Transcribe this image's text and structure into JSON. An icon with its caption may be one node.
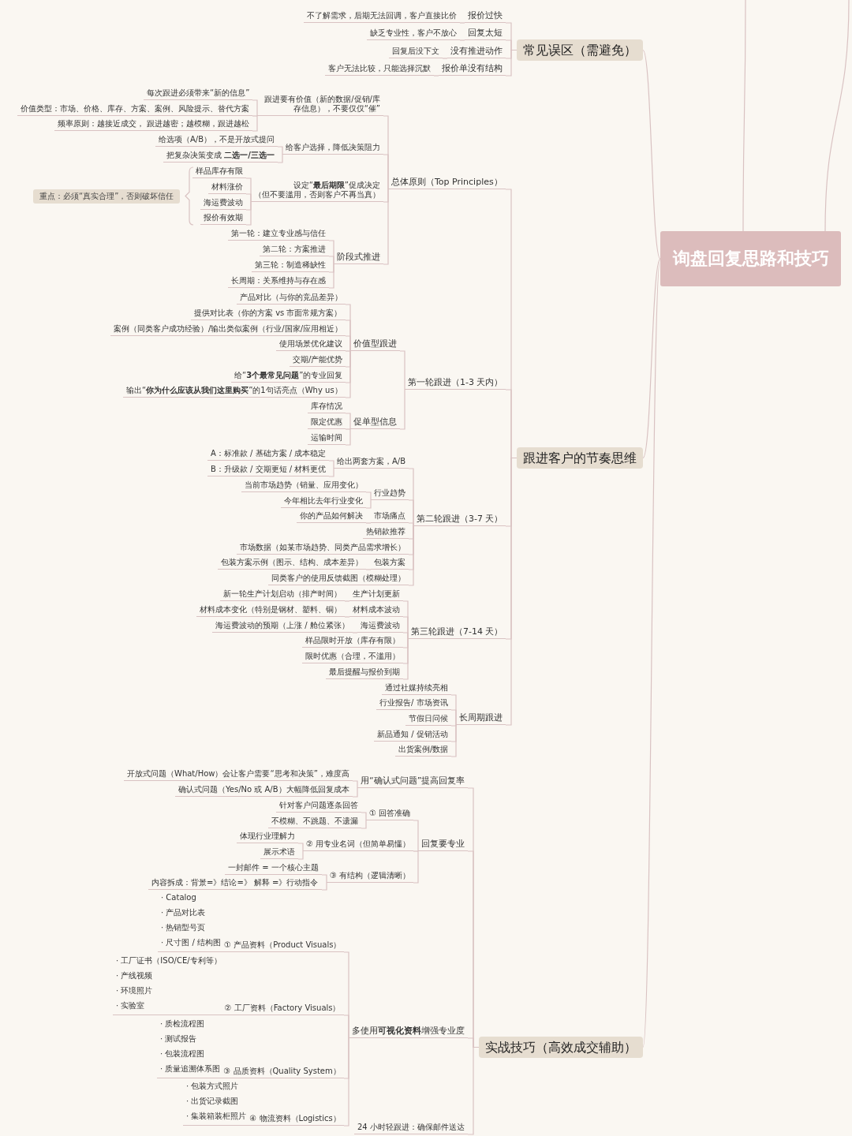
{
  "diagram": {
    "nodes": [
      {
        "text": [
          "询盘回复思路和技巧"
        ]
      },
      {
        "text": [
          "常见误区（需避免）"
        ]
      },
      {
        "text": [
          "报价过快"
        ]
      },
      {
        "text": [
          "不了解需求，后期无法回调，客户直接比价"
        ]
      },
      {
        "text": [
          "回复太短"
        ]
      },
      {
        "text": [
          "缺乏专业性，客户不放心"
        ]
      },
      {
        "text": [
          "没有推进动作"
        ]
      },
      {
        "text": [
          "回复后没下文"
        ]
      },
      {
        "text": [
          "报价单没有结构"
        ]
      },
      {
        "text": [
          "客户无法比较，只能选择沉默"
        ]
      },
      {
        "text": [
          "跟进客户的节奏思维"
        ]
      },
      {
        "text": [
          "总体原则（Top Principles）"
        ]
      },
      {
        "text": [
          "跟进要有价值（新的数据/促销/库存信息），不要仅仅“催”"
        ]
      },
      {
        "text": [
          "每次跟进必须带来“新的信息”"
        ]
      },
      {
        "text": [
          "价值类型：市场、价格、库存、方案、案例、风险提示、替代方案"
        ]
      },
      {
        "text": [
          "频率原则：越接近成交， 跟进越密；越模糊，跟进越松"
        ]
      },
      {
        "text": [
          "给客户选择，降低决策阻力"
        ]
      },
      {
        "text": [
          "给选项（A/B），不是开放式提问"
        ]
      },
      {
        "text": [
          "把复杂决策变成 **二选一/三选一**"
        ]
      },
      {
        "text": [
          "设定“**最后期限**”促成决定",
          "（但不要滥用，否则客户不再当真）"
        ]
      },
      {
        "text": [
          "样品库存有限"
        ]
      },
      {
        "text": [
          "材料涨价"
        ]
      },
      {
        "text": [
          "海运费波动"
        ]
      },
      {
        "text": [
          "报价有效期"
        ]
      },
      {
        "text": [
          "阶段式推进"
        ]
      },
      {
        "text": [
          "第一轮：建立专业感与信任"
        ]
      },
      {
        "text": [
          "第二轮：方案推进"
        ]
      },
      {
        "text": [
          "第三轮：制造稀缺性"
        ]
      },
      {
        "text": [
          "长周期：关系维持与存在感"
        ]
      },
      {
        "text": [
          "重点：必须“真实合理”，否则破坏信任"
        ]
      },
      {
        "text": [
          "第一轮跟进（1-3 天内）"
        ]
      },
      {
        "text": [
          "价值型跟进"
        ]
      },
      {
        "text": [
          "产品对比（与你的竞品差异）"
        ]
      },
      {
        "text": [
          "提供对比表（你的方案 vs 市面常规方案）"
        ]
      },
      {
        "text": [
          "案例（同类客户成功经验）/输出类似案例（行业/国家/应用相近）"
        ]
      },
      {
        "text": [
          "使用场景优化建议"
        ]
      },
      {
        "text": [
          "交期/产能优势"
        ]
      },
      {
        "text": [
          "给“**3个最常见问题**”的专业回复"
        ]
      },
      {
        "text": [
          "输出“**你为什么应该从我们这里购买**”的1句话亮点（Why us）"
        ]
      },
      {
        "text": [
          "促单型信息"
        ]
      },
      {
        "text": [
          "库存情况"
        ]
      },
      {
        "text": [
          "限定优惠"
        ]
      },
      {
        "text": [
          "运输时间"
        ]
      },
      {
        "text": [
          "第二轮跟进（3-7 天）"
        ]
      },
      {
        "text": [
          "给出两套方案，A/B"
        ]
      },
      {
        "text": [
          "A：标准款 / 基础方案 / 成本稳定"
        ]
      },
      {
        "text": [
          "B：升级款 / 交期更短 / 材料更优"
        ]
      },
      {
        "text": [
          "行业趋势"
        ]
      },
      {
        "text": [
          "当前市场趋势（销量、应用变化）"
        ]
      },
      {
        "text": [
          "今年相比去年行业变化"
        ]
      },
      {
        "text": [
          "市场痛点"
        ]
      },
      {
        "text": [
          "你的产品如何解决"
        ]
      },
      {
        "text": [
          "热销款推荐"
        ]
      },
      {
        "text": [
          "市场数据（如某市场趋势、同类产品需求增长）"
        ]
      },
      {
        "text": [
          "包装方案"
        ]
      },
      {
        "text": [
          "包装方案示例（图示、结构、成本差异）"
        ]
      },
      {
        "text": [
          "同类客户的使用反馈截图（模糊处理）"
        ]
      },
      {
        "text": [
          "第三轮跟进（7-14 天）"
        ]
      },
      {
        "text": [
          "生产计划更新"
        ]
      },
      {
        "text": [
          "新一轮生产计划启动（排产时间）"
        ]
      },
      {
        "text": [
          "材料成本波动"
        ]
      },
      {
        "text": [
          "材料成本变化（特别是钢材、塑料、铜）"
        ]
      },
      {
        "text": [
          "海运费波动"
        ]
      },
      {
        "text": [
          "海运费波动的预期（上涨 / 舱位紧张）"
        ]
      },
      {
        "text": [
          "样品限时开放（库存有限）"
        ]
      },
      {
        "text": [
          "限时优惠（合理，不滥用）"
        ]
      },
      {
        "text": [
          "最后提醒与报价到期"
        ]
      },
      {
        "text": [
          "长周期跟进"
        ]
      },
      {
        "text": [
          "通过社媒持续亮相"
        ]
      },
      {
        "text": [
          "行业报告/ 市场资讯"
        ]
      },
      {
        "text": [
          "节假日问候"
        ]
      },
      {
        "text": [
          "新品通知 / 促销活动"
        ]
      },
      {
        "text": [
          "出货案例/数据"
        ]
      },
      {
        "text": [
          "实战技巧（高效成交辅助）"
        ]
      },
      {
        "text": [
          "用“确认式问题”提高回复率"
        ]
      },
      {
        "text": [
          "开放式问题（What/How）会让客户需要“思考和决策”，难度高"
        ]
      },
      {
        "text": [
          "确认式问题（Yes/No 或 A/B）大幅降低回复成本"
        ]
      },
      {
        "text": [
          "回复要专业"
        ]
      },
      {
        "text": [
          "① 回答准确"
        ]
      },
      {
        "text": [
          "针对客户问题逐条回答"
        ]
      },
      {
        "text": [
          "不模糊、不跳题、不遗漏"
        ]
      },
      {
        "text": [
          "② 用专业名词（但简单易懂）"
        ]
      },
      {
        "text": [
          "体现行业理解力"
        ]
      },
      {
        "text": [
          "展示术语"
        ]
      },
      {
        "text": [
          "③ 有结构（逻辑清晰）"
        ]
      },
      {
        "text": [
          "一封邮件 = 一个核心主题"
        ]
      },
      {
        "text": [
          "内容拆成：背景=》结论=》 解释 =》行动指令"
        ]
      },
      {
        "text": [
          "多使用**可视化资料**增强专业度"
        ]
      },
      {
        "text": [
          "① 产品资料（Product Visuals）",
          "· Catalog",
          "· 产品对比表",
          "· 热销型号页",
          "· 尺寸图 / 结构图"
        ]
      },
      {
        "text": [
          "② 工厂资料（Factory Visuals）",
          "· 工厂证书（ISO/CE/专利等）",
          "· 产线视频",
          "· 环境照片",
          "· 实验室"
        ]
      },
      {
        "text": [
          "③ 品质资料（Quality System）",
          "· 质检流程图",
          "· 测试报告",
          "· 包装流程图",
          "· 质量追溯体系图"
        ]
      },
      {
        "text": [
          "④ 物流资料（Logistics）",
          "· 包装方式照片",
          "· 出货记录截图",
          "· 集装箱装柜照片"
        ]
      },
      {
        "text": [
          "24 小时轻跟进：确保邮件送达"
        ]
      }
    ],
    "edges": [
      {
        "from": 0,
        "to": 1,
        "arrow": "none"
      },
      {
        "from": 0,
        "to": 10,
        "arrow": "none"
      },
      {
        "from": 0,
        "to": 73,
        "arrow": "none"
      },
      {
        "from": 0,
        "to": null,
        "arrow": "none"
      },
      {
        "from": 0,
        "to": null,
        "arrow": "none"
      },
      {
        "from": 1,
        "to": 2,
        "arrow": "none"
      },
      {
        "from": 2,
        "to": 3,
        "arrow": "none"
      },
      {
        "from": 1,
        "to": 4,
        "arrow": "none"
      },
      {
        "from": 4,
        "to": 5,
        "arrow": "none"
      },
      {
        "from": 1,
        "to": 6,
        "arrow": "none"
      },
      {
        "from": 6,
        "to": 7,
        "arrow": "none"
      },
      {
        "from": 1,
        "to": 8,
        "arrow": "none"
      },
      {
        "from": 8,
        "to": 9,
        "arrow": "none"
      },
      {
        "from": 10,
        "to": 11,
        "arrow": "none"
      },
      {
        "from": 11,
        "to": 12,
        "arrow": "none"
      },
      {
        "from": 12,
        "to": 13,
        "arrow": "none"
      },
      {
        "from": 12,
        "to": 14,
        "arrow": "none"
      },
      {
        "from": 12,
        "to": 15,
        "arrow": "none"
      },
      {
        "from": 11,
        "to": 16,
        "arrow": "none"
      },
      {
        "from": 16,
        "to": 17,
        "arrow": "none"
      },
      {
        "from": 16,
        "to": 18,
        "arrow": "none"
      },
      {
        "from": 11,
        "to": 19,
        "arrow": "none"
      },
      {
        "from": 19,
        "to": 20,
        "arrow": "none"
      },
      {
        "from": 19,
        "to": 21,
        "arrow": "none"
      },
      {
        "from": 19,
        "to": 22,
        "arrow": "none"
      },
      {
        "from": 19,
        "to": 23,
        "arrow": "none"
      },
      {
        "from": 11,
        "to": 24,
        "arrow": "none"
      },
      {
        "from": 24,
        "to": 25,
        "arrow": "none"
      },
      {
        "from": 24,
        "to": 26,
        "arrow": "none"
      },
      {
        "from": 24,
        "to": 27,
        "arrow": "none"
      },
      {
        "from": 24,
        "to": 28,
        "arrow": "none"
      },
      {
        "from": 10,
        "to": 30,
        "arrow": "none"
      },
      {
        "from": 30,
        "to": 31,
        "arrow": "none"
      },
      {
        "from": 31,
        "to": 32,
        "arrow": "none"
      },
      {
        "from": 31,
        "to": 33,
        "arrow": "none"
      },
      {
        "from": 31,
        "to": 34,
        "arrow": "none"
      },
      {
        "from": 31,
        "to": 35,
        "arrow": "none"
      },
      {
        "from": 31,
        "to": 36,
        "arrow": "none"
      },
      {
        "from": 31,
        "to": 37,
        "arrow": "none"
      },
      {
        "from": 31,
        "to": 38,
        "arrow": "none"
      },
      {
        "from": 30,
        "to": 39,
        "arrow": "none"
      },
      {
        "from": 39,
        "to": 40,
        "arrow": "none"
      },
      {
        "from": 39,
        "to": 41,
        "arrow": "none"
      },
      {
        "from": 39,
        "to": 42,
        "arrow": "none"
      },
      {
        "from": 10,
        "to": 43,
        "arrow": "none"
      },
      {
        "from": 43,
        "to": 44,
        "arrow": "none"
      },
      {
        "from": 44,
        "to": 45,
        "arrow": "none"
      },
      {
        "from": 44,
        "to": 46,
        "arrow": "none"
      },
      {
        "from": 43,
        "to": 47,
        "arrow": "none"
      },
      {
        "from": 47,
        "to": 48,
        "arrow": "none"
      },
      {
        "from": 47,
        "to": 49,
        "arrow": "none"
      },
      {
        "from": 43,
        "to": 50,
        "arrow": "none"
      },
      {
        "from": 50,
        "to": 51,
        "arrow": "none"
      },
      {
        "from": 43,
        "to": 52,
        "arrow": "none"
      },
      {
        "from": 43,
        "to": 53,
        "arrow": "none"
      },
      {
        "from": 43,
        "to": 54,
        "arrow": "none"
      },
      {
        "from": 54,
        "to": 55,
        "arrow": "none"
      },
      {
        "from": 43,
        "to": 56,
        "arrow": "none"
      },
      {
        "from": 10,
        "to": 57,
        "arrow": "none"
      },
      {
        "from": 57,
        "to": 58,
        "arrow": "none"
      },
      {
        "from": 58,
        "to": 59,
        "arrow": "none"
      },
      {
        "from": 57,
        "to": 60,
        "arrow": "none"
      },
      {
        "from": 60,
        "to": 61,
        "arrow": "none"
      },
      {
        "from": 57,
        "to": 62,
        "arrow": "none"
      },
      {
        "from": 62,
        "to": 63,
        "arrow": "none"
      },
      {
        "from": 57,
        "to": 64,
        "arrow": "none"
      },
      {
        "from": 57,
        "to": 65,
        "arrow": "none"
      },
      {
        "from": 57,
        "to": 66,
        "arrow": "none"
      },
      {
        "from": 10,
        "to": 67,
        "arrow": "none"
      },
      {
        "from": 67,
        "to": 68,
        "arrow": "none"
      },
      {
        "from": 67,
        "to": 69,
        "arrow": "none"
      },
      {
        "from": 67,
        "to": 70,
        "arrow": "none"
      },
      {
        "from": 67,
        "to": 71,
        "arrow": "none"
      },
      {
        "from": 67,
        "to": 72,
        "arrow": "none"
      },
      {
        "from": 73,
        "to": 74,
        "arrow": "none"
      },
      {
        "from": 74,
        "to": 75,
        "arrow": "none"
      },
      {
        "from": 74,
        "to": 76,
        "arrow": "none"
      },
      {
        "from": 73,
        "to": 77,
        "arrow": "none"
      },
      {
        "from": 77,
        "to": 78,
        "arrow": "none"
      },
      {
        "from": 78,
        "to": 79,
        "arrow": "none"
      },
      {
        "from": 78,
        "to": 80,
        "arrow": "none"
      },
      {
        "from": 77,
        "to": 81,
        "arrow": "none"
      },
      {
        "from": 81,
        "to": 82,
        "arrow": "none"
      },
      {
        "from": 81,
        "to": 83,
        "arrow": "none"
      },
      {
        "from": 77,
        "to": 84,
        "arrow": "none"
      },
      {
        "from": 84,
        "to": 85,
        "arrow": "none"
      },
      {
        "from": 84,
        "to": 86,
        "arrow": "none"
      },
      {
        "from": 73,
        "to": 87,
        "arrow": "none"
      },
      {
        "from": 87,
        "to": 88,
        "arrow": "none"
      },
      {
        "from": 87,
        "to": 89,
        "arrow": "none"
      },
      {
        "from": 87,
        "to": 90,
        "arrow": "none"
      },
      {
        "from": 87,
        "to": 91,
        "arrow": "none"
      },
      {
        "from": 73,
        "to": 92,
        "arrow": "none"
      }
    ]
  }
}
